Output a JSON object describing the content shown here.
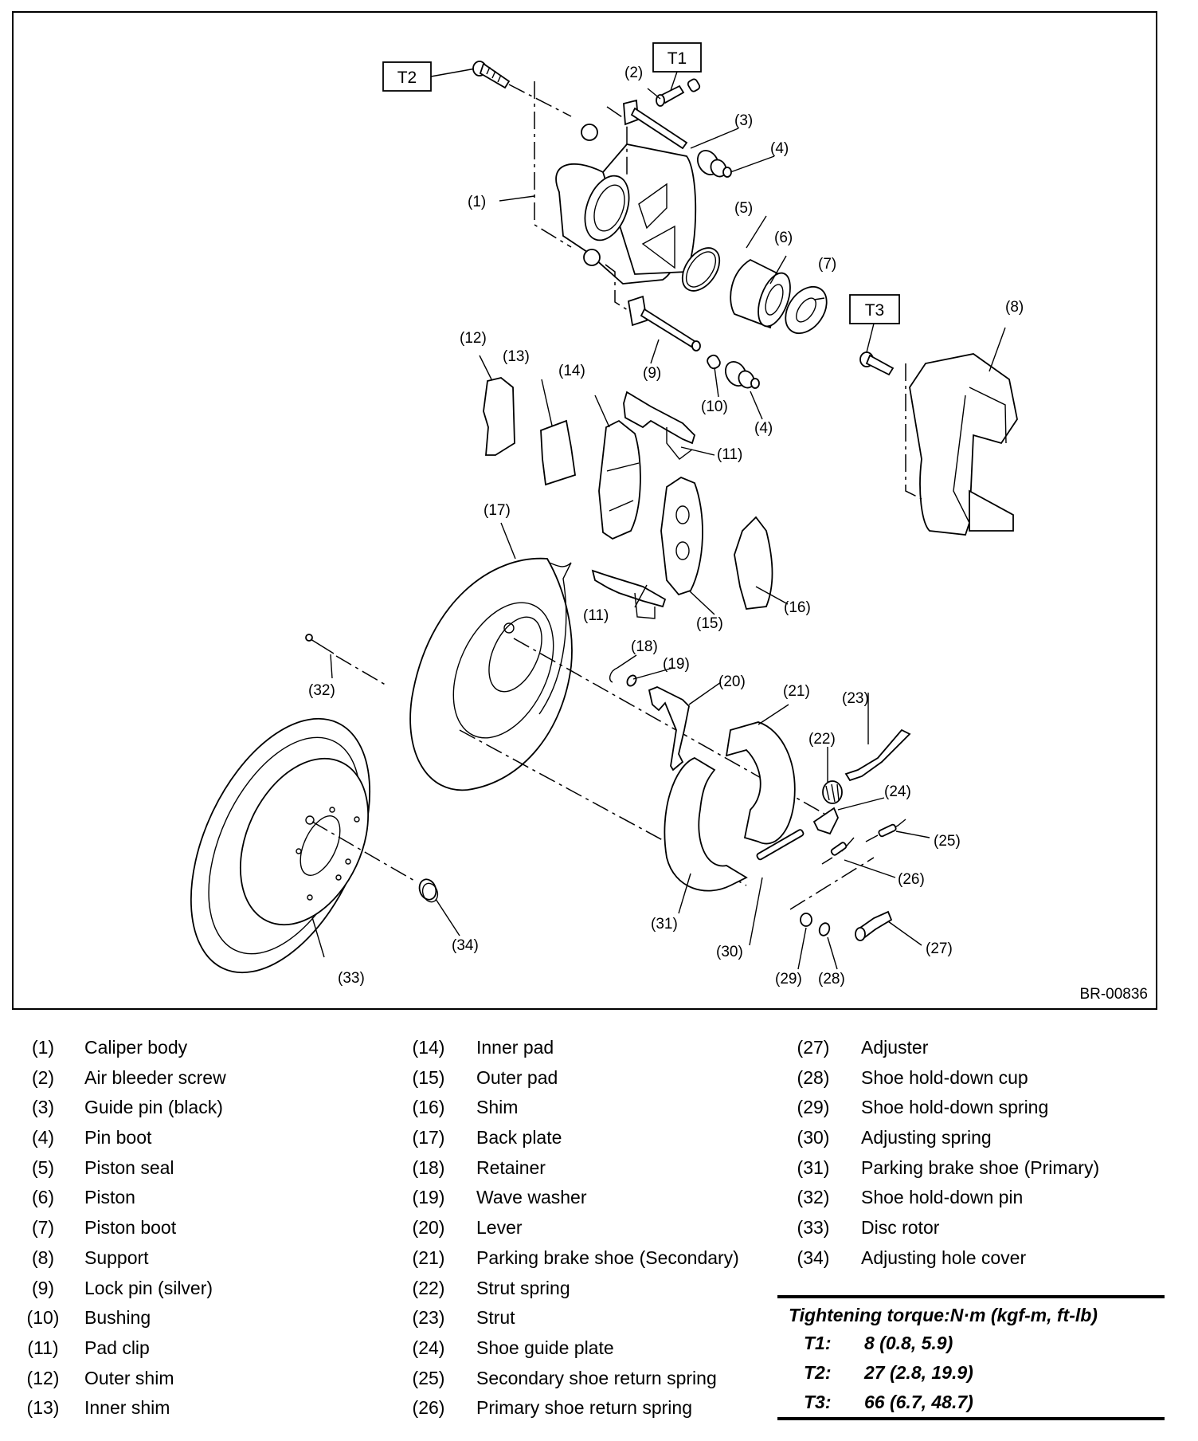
{
  "diagram": {
    "document_id": "BR-00836",
    "torque_boxes": [
      {
        "id": "T1"
      },
      {
        "id": "T2"
      },
      {
        "id": "T3"
      }
    ],
    "callouts": {
      "c1": "(1)",
      "c2": "(2)",
      "c3": "(3)",
      "c4a": "(4)",
      "c4b": "(4)",
      "c5": "(5)",
      "c6": "(6)",
      "c7": "(7)",
      "c8": "(8)",
      "c9": "(9)",
      "c10": "(10)",
      "c11a": "(11)",
      "c11b": "(11)",
      "c12": "(12)",
      "c13": "(13)",
      "c14": "(14)",
      "c15": "(15)",
      "c16": "(16)",
      "c17": "(17)",
      "c18": "(18)",
      "c19": "(19)",
      "c20": "(20)",
      "c21": "(21)",
      "c22": "(22)",
      "c23": "(23)",
      "c24": "(24)",
      "c25": "(25)",
      "c26": "(26)",
      "c27": "(27)",
      "c28": "(28)",
      "c29": "(29)",
      "c30": "(30)",
      "c31": "(31)",
      "c32": "(32)",
      "c33": "(33)",
      "c34": "(34)"
    }
  },
  "legend": {
    "columns": [
      [
        {
          "num": "(1)",
          "name": "Caliper body"
        },
        {
          "num": "(2)",
          "name": "Air bleeder screw"
        },
        {
          "num": "(3)",
          "name": "Guide pin (black)"
        },
        {
          "num": "(4)",
          "name": "Pin boot"
        },
        {
          "num": "(5)",
          "name": "Piston seal"
        },
        {
          "num": "(6)",
          "name": "Piston"
        },
        {
          "num": "(7)",
          "name": "Piston boot"
        },
        {
          "num": "(8)",
          "name": "Support"
        },
        {
          "num": "(9)",
          "name": "Lock pin (silver)"
        },
        {
          "num": "(10)",
          "name": "Bushing"
        },
        {
          "num": "(11)",
          "name": "Pad clip"
        },
        {
          "num": "(12)",
          "name": "Outer shim"
        },
        {
          "num": "(13)",
          "name": "Inner shim"
        }
      ],
      [
        {
          "num": "(14)",
          "name": "Inner pad"
        },
        {
          "num": "(15)",
          "name": "Outer pad"
        },
        {
          "num": "(16)",
          "name": "Shim"
        },
        {
          "num": "(17)",
          "name": "Back plate"
        },
        {
          "num": "(18)",
          "name": "Retainer"
        },
        {
          "num": "(19)",
          "name": "Wave washer"
        },
        {
          "num": "(20)",
          "name": "Lever"
        },
        {
          "num": "(21)",
          "name": "Parking brake shoe (Secondary)"
        },
        {
          "num": "(22)",
          "name": "Strut spring"
        },
        {
          "num": "(23)",
          "name": "Strut"
        },
        {
          "num": "(24)",
          "name": "Shoe guide plate"
        },
        {
          "num": "(25)",
          "name": "Secondary shoe return spring"
        },
        {
          "num": "(26)",
          "name": "Primary shoe return spring"
        }
      ],
      [
        {
          "num": "(27)",
          "name": "Adjuster"
        },
        {
          "num": "(28)",
          "name": "Shoe hold-down cup"
        },
        {
          "num": "(29)",
          "name": "Shoe hold-down spring"
        },
        {
          "num": "(30)",
          "name": "Adjusting spring"
        },
        {
          "num": "(31)",
          "name": "Parking brake shoe (Primary)"
        },
        {
          "num": "(32)",
          "name": "Shoe hold-down pin"
        },
        {
          "num": "(33)",
          "name": "Disc rotor"
        },
        {
          "num": "(34)",
          "name": "Adjusting hole cover"
        }
      ]
    ]
  },
  "torque_table": {
    "heading": "Tightening torque:N·m (kgf-m, ft-lb)",
    "rows": [
      {
        "key": "T1:",
        "value": "8 (0.8, 5.9)"
      },
      {
        "key": "T2:",
        "value": "27 (2.8, 19.9)"
      },
      {
        "key": "T3:",
        "value": "66 (6.7, 48.7)"
      }
    ]
  }
}
